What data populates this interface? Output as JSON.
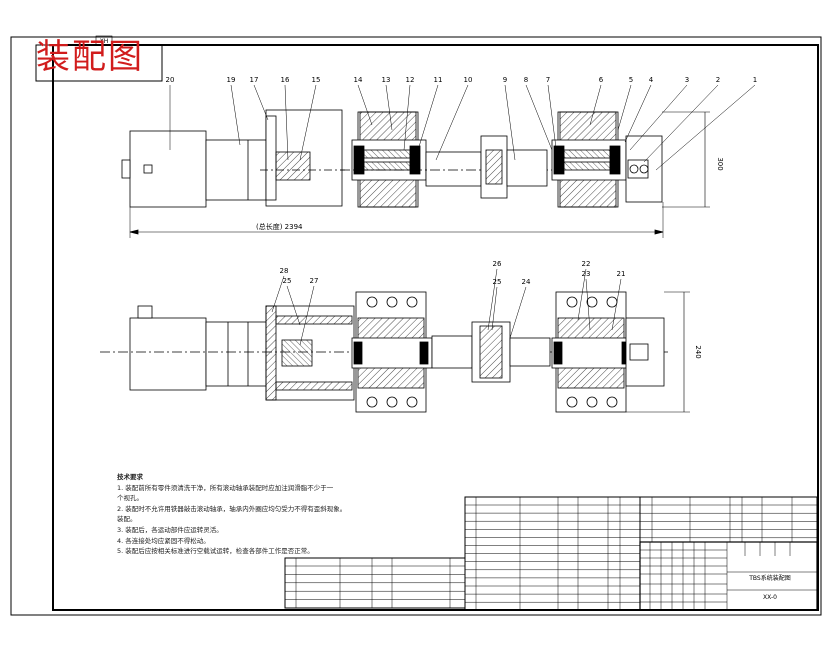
{
  "header": {
    "stamp": "装配图",
    "corner_code": "XH"
  },
  "top_view": {
    "callouts": [
      "20",
      "19",
      "17",
      "16",
      "15",
      "14",
      "13",
      "12",
      "11",
      "10",
      "9",
      "8",
      "7",
      "6",
      "5",
      "4",
      "3",
      "2",
      "1"
    ],
    "dim_overall": "(总长度) 2394",
    "dim_height": "300"
  },
  "bottom_view": {
    "callouts": [
      "28",
      "25",
      "27",
      "26",
      "25",
      "24",
      "22",
      "23",
      "21"
    ],
    "dim_height": "240"
  },
  "notes": {
    "title": "技术要求",
    "lines": [
      "1. 装配前所有零件须清洗干净，所有滚动轴承装配时应加注润滑脂不少于一",
      "个视孔。",
      "2. 装配时不允许用铁器敲击滚动轴承，轴承内外圈应均匀受力不得有歪斜现象。",
      "装配。",
      "3. 装配后，各运动部件应运转灵活。",
      "4. 各连接处均应紧固不得松动。",
      "5. 装配后应按相关标准进行空载试运转，检查各部件工作是否正常。"
    ]
  },
  "title_block": {
    "drawing_name": "TBS系统装配图",
    "drawing_number": "XX-0"
  }
}
